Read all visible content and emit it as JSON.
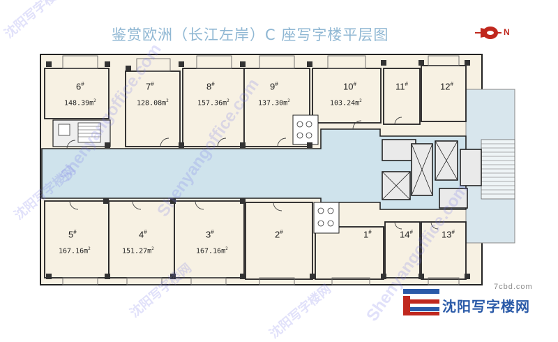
{
  "title": "鉴赏欧洲（长江左岸）C 座写字楼平层图",
  "north_label": "N",
  "colors": {
    "corridor": "#cfe3ec",
    "room_fill": "#f7f1e3",
    "wall": "#222222",
    "title": "#8fb7d3",
    "compass_red": "#c0281e",
    "watermark": "#7878e6",
    "brand_blue": "#2a5aa8",
    "brand_red": "#c0281e"
  },
  "rooms": [
    {
      "id": "6",
      "label": "6",
      "area": "148.39m"
    },
    {
      "id": "7",
      "label": "7",
      "area": "128.08m"
    },
    {
      "id": "8",
      "label": "8",
      "area": "157.36m"
    },
    {
      "id": "9",
      "label": "9",
      "area": "137.30m"
    },
    {
      "id": "10",
      "label": "10",
      "area": "103.24m"
    },
    {
      "id": "11",
      "label": "11",
      "area": ""
    },
    {
      "id": "12",
      "label": "12",
      "area": ""
    },
    {
      "id": "5",
      "label": "5",
      "area": "167.16m"
    },
    {
      "id": "4",
      "label": "4",
      "area": "151.27m"
    },
    {
      "id": "3",
      "label": "3",
      "area": "167.16m"
    },
    {
      "id": "2",
      "label": "2",
      "area": ""
    },
    {
      "id": "1",
      "label": "1",
      "area": ""
    },
    {
      "id": "14",
      "label": "14",
      "area": ""
    },
    {
      "id": "13",
      "label": "13",
      "area": ""
    }
  ],
  "unit_mark": "#",
  "area_sup": "2",
  "watermark": {
    "site": "7cbd.com",
    "name": "沈阳写字楼网",
    "diagonal_en": "Shenyangoffice.com",
    "diagonal_cn": "沈阳写字楼网"
  },
  "logo_icon": "brand-logo-icon"
}
